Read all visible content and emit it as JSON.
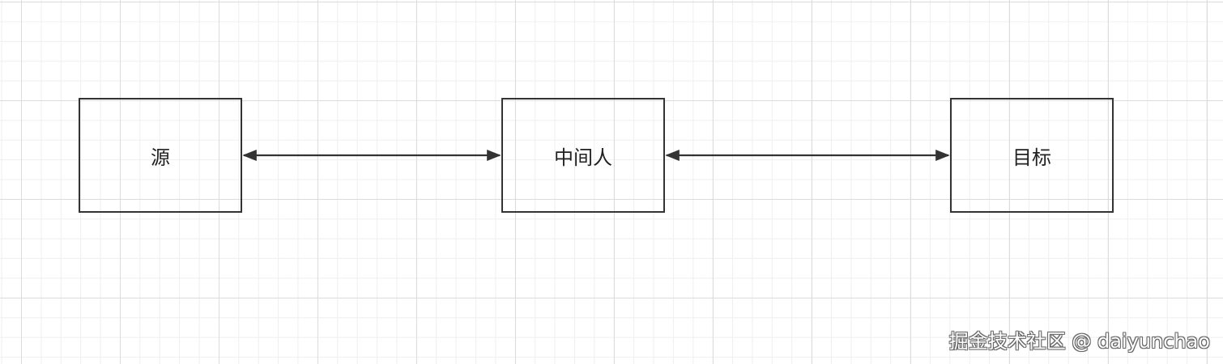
{
  "diagram": {
    "nodes": {
      "source": {
        "label": "源"
      },
      "middle": {
        "label": "中间人"
      },
      "target": {
        "label": "目标"
      }
    },
    "edges": [
      {
        "from": "源",
        "to": "中间人",
        "direction": "bidirectional"
      },
      {
        "from": "中间人",
        "to": "目标",
        "direction": "bidirectional"
      }
    ],
    "colors": {
      "stroke": "#333333",
      "grid": "#dcdcdc"
    }
  },
  "watermark": {
    "text": "掘金技术社区 @ daiyunchao"
  }
}
